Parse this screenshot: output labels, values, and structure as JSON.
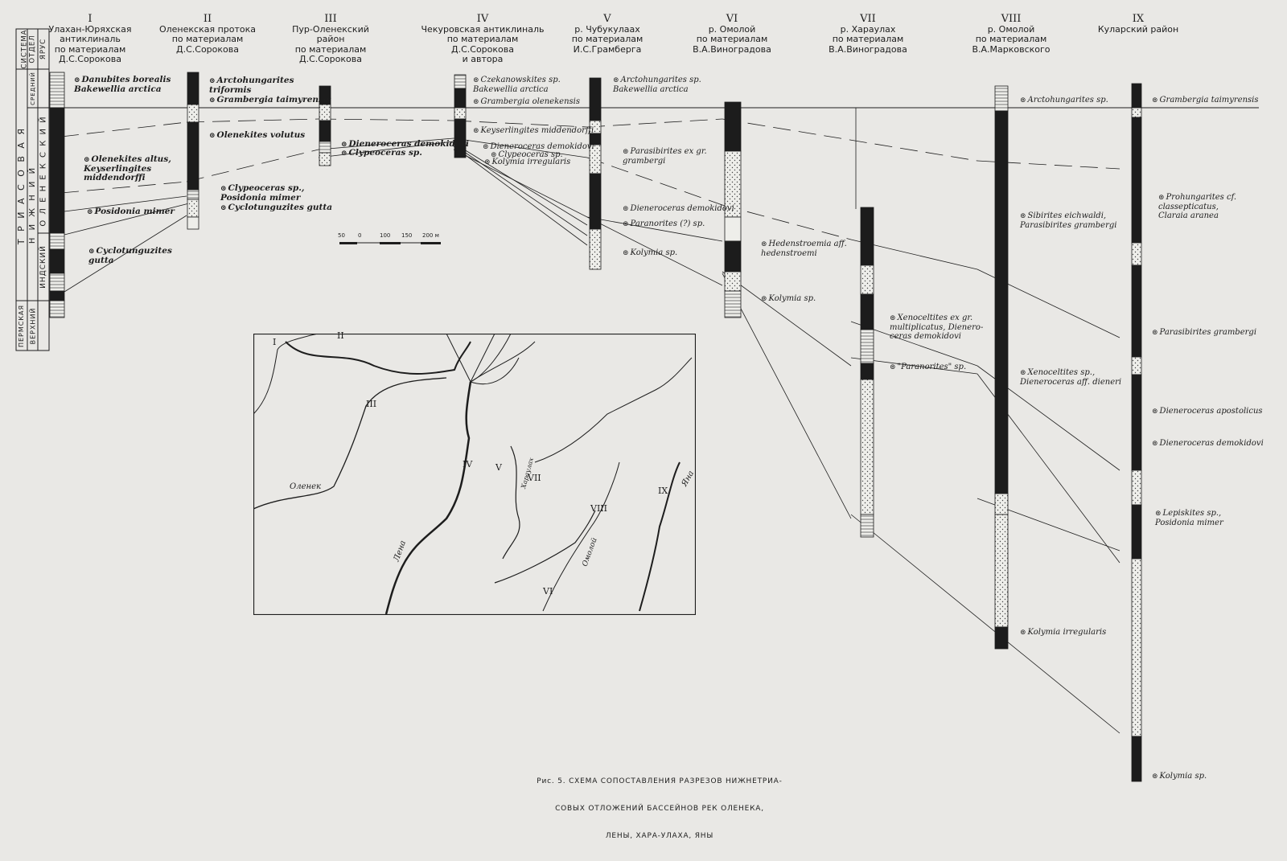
{
  "sections": [
    {
      "num": "I",
      "title": "Улахан-Юряхская\nантиклиналь\nпо материалам\nД.С.Сорокова"
    },
    {
      "num": "II",
      "title": "Оленекская протока\nпо материалам\nД.С.Сорокова"
    },
    {
      "num": "III",
      "title": "Пур-Оленекский\nрайон\nпо материалам\nД.С.Сорокова"
    },
    {
      "num": "IV",
      "title": "Чекуровская антиклиналь\nпо материалам\nД.С.Сорокова\nи  автора"
    },
    {
      "num": "V",
      "title": "р. Чубукулаах\nпо материалам\nИ.С.Грамберга"
    },
    {
      "num": "VI",
      "title": "р. Омолой\nпо материалам\nВ.А.Виноградова"
    },
    {
      "num": "VII",
      "title": "р. Хараулах\nпо материалам\nВ.А.Виноградова"
    },
    {
      "num": "VIII",
      "title": "р. Омолой\nпо материалам\nВ.А.Марковского"
    },
    {
      "num": "IX",
      "title": "Куларский район"
    }
  ],
  "strat": {
    "sistema_label": "СИСТЕМА",
    "otdel_label": "ОТДЕЛ",
    "yarus_label": "ЯРУС",
    "triassic": "Т Р И А С О В А Я",
    "lower": "Н И Ж Н И Й",
    "middle": "СРЕДНИЙ",
    "olenek": "О Л Е Н Е К С К И Й",
    "indian": "ИНДСКИЙ",
    "permian": "ПЕРМСКАЯ",
    "upper": "ВЕРХНИЙ"
  },
  "fossils": {
    "s1": [
      "Danubites borealis\nBakewellia arctica",
      "Olenekites altus,\nKeyserlingites\nmiddendorffi",
      "Posidonia mimer",
      "Cyclotunguzites\ngutta"
    ],
    "s2": [
      "Arctohungarites\ntriformis",
      "Grambergia taimyrensis",
      "Olenekites volutus",
      "Clypeoceras sp.,\nPosidonia mimer",
      "Cyclotunguzites gutta"
    ],
    "s3": [
      "Dieneroceras demokidovi",
      "Clypeoceras sp."
    ],
    "s4": [
      "Czekanowskites sp.\nBakewellia arctica",
      "Grambergia olenekensis",
      "Keyserlingites middendorffi",
      "Dieneroceras demokidovi",
      "Clypeoceras sp.",
      "Kolymia irregularis"
    ],
    "s5": [
      "Arctohungarites sp.\nBakewellia arctica",
      "Parasibirites ex gr.\ngrambergi",
      "Dieneroceras demokidovi",
      "Paranorites (?) sp.",
      "Kolymia sp."
    ],
    "s6": [
      "Hedenstroemia aff.\nhedenstroemi",
      "Kolymia sp."
    ],
    "s7": [
      "Xenoceltites ex gr.\nmultiplicatus, Dienero-\nceras demokidovi",
      "\"Paranorites\" sp."
    ],
    "s8": [
      "Arctohungarites sp.",
      "Sibirites eichwaldi,\nParasibirites grambergi",
      "Xenoceltites sp.,\nDieneroceras aff. dieneri",
      "Kolymia irregularis"
    ],
    "s9": [
      "Grambergia taimyrensis",
      "Prohungarites cf.\nclassepticatus,\nClaraia aranea",
      "Parasibirites grambergi",
      "Dieneroceras apostolicus",
      "Dieneroceras demokidovi",
      "Lepiskites sp.,\nPosidonia mimer",
      "Kolymia sp."
    ]
  },
  "scale": {
    "ticks": [
      "50",
      "0",
      "100",
      "150",
      "200 м"
    ]
  },
  "map": {
    "region_labels": [
      "I",
      "II",
      "III",
      "IV",
      "V",
      "VI",
      "VII",
      "VIII",
      "IX"
    ],
    "rivers": [
      "Оленек",
      "Лена",
      "Хараулах",
      "Омолой",
      "Яна"
    ]
  },
  "caption": "Рис. 5. СХЕМА СОПОСТАВЛЕНИЯ РАЗРЕЗОВ НИЖНЕТРИА-\nСОВЫХ ОТЛОЖЕНИЙ БАССЕЙНОВ РЕК ОЛЕНЕКА,\nЛЕНЫ, ХАРА-УЛАХА, ЯНЫ",
  "colors": {
    "ink": "#1d1d1d",
    "paper": "#e9e8e5",
    "rock": "#1c1c1c"
  }
}
